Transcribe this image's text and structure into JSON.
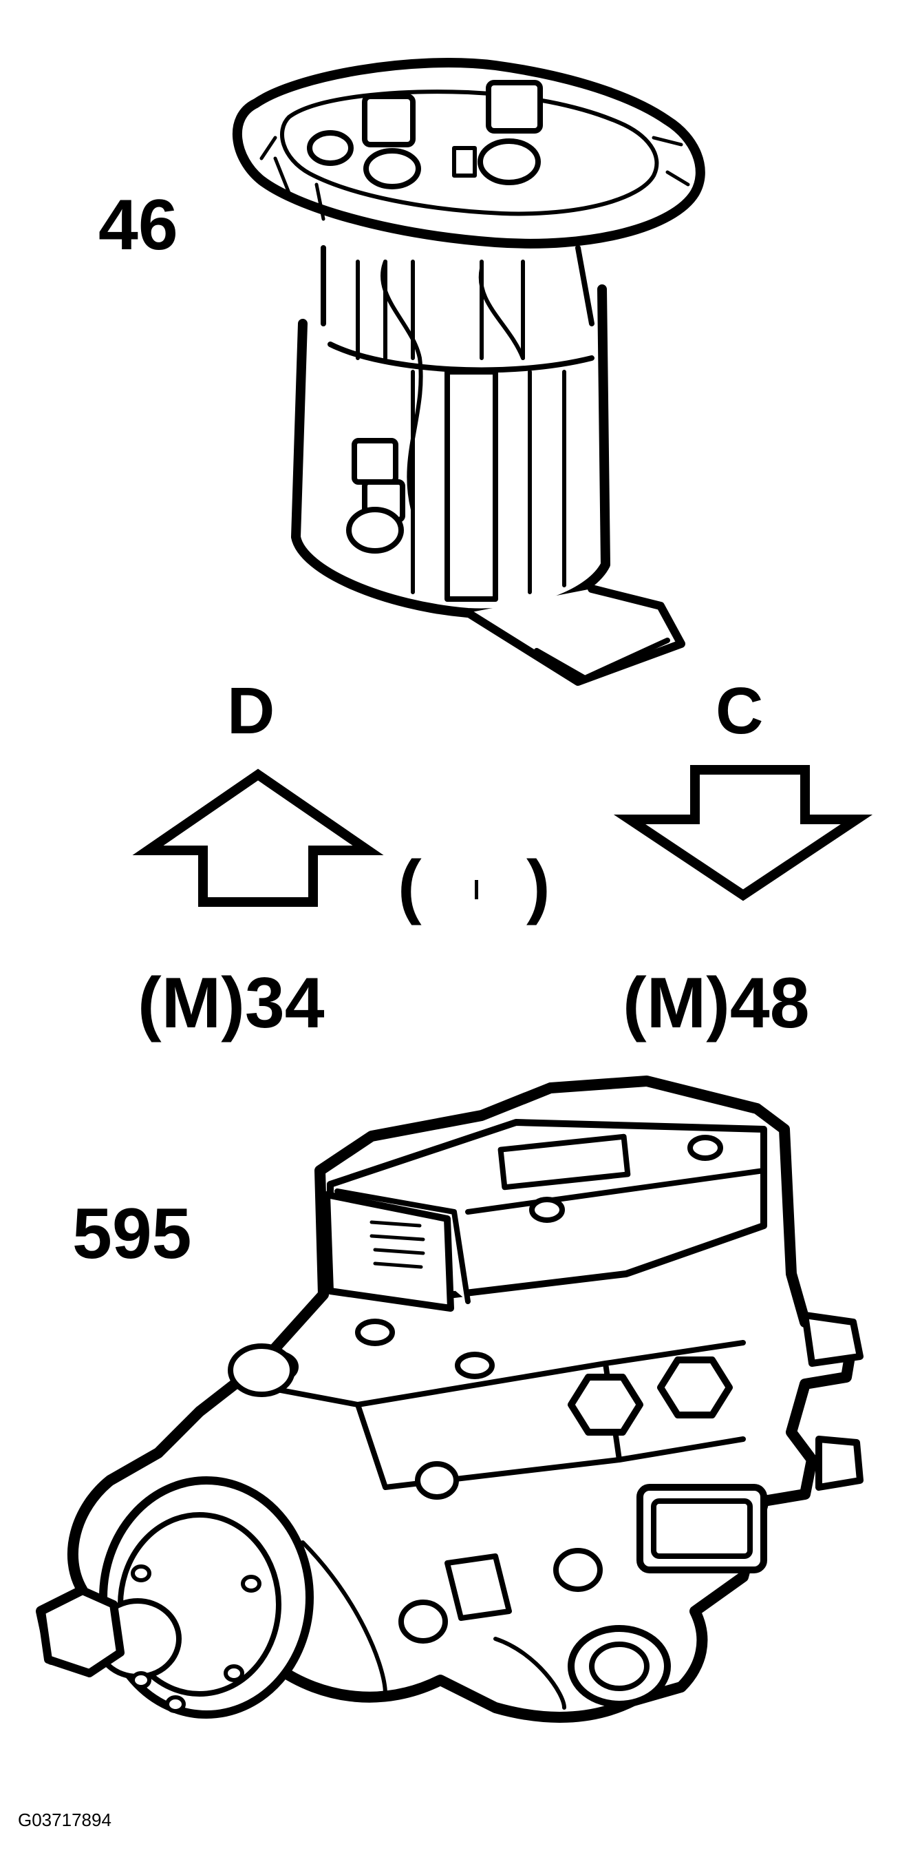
{
  "labels": {
    "pump_top_number": "46",
    "arrow_left_letter": "D",
    "arrow_right_letter": "C",
    "paren_open": "(",
    "paren_close": ")",
    "left_value": "(M)34",
    "right_value": "(M)48",
    "pump_bottom_number": "595",
    "figure_code": "G03717894"
  },
  "colors": {
    "ink": "#000000",
    "paper": "#ffffff"
  },
  "icons": {
    "top_part": "fuel-pump-module-icon",
    "bottom_part": "injection-pump-icon",
    "left_arrow": "arrow-up-icon",
    "right_arrow": "arrow-down-icon"
  }
}
